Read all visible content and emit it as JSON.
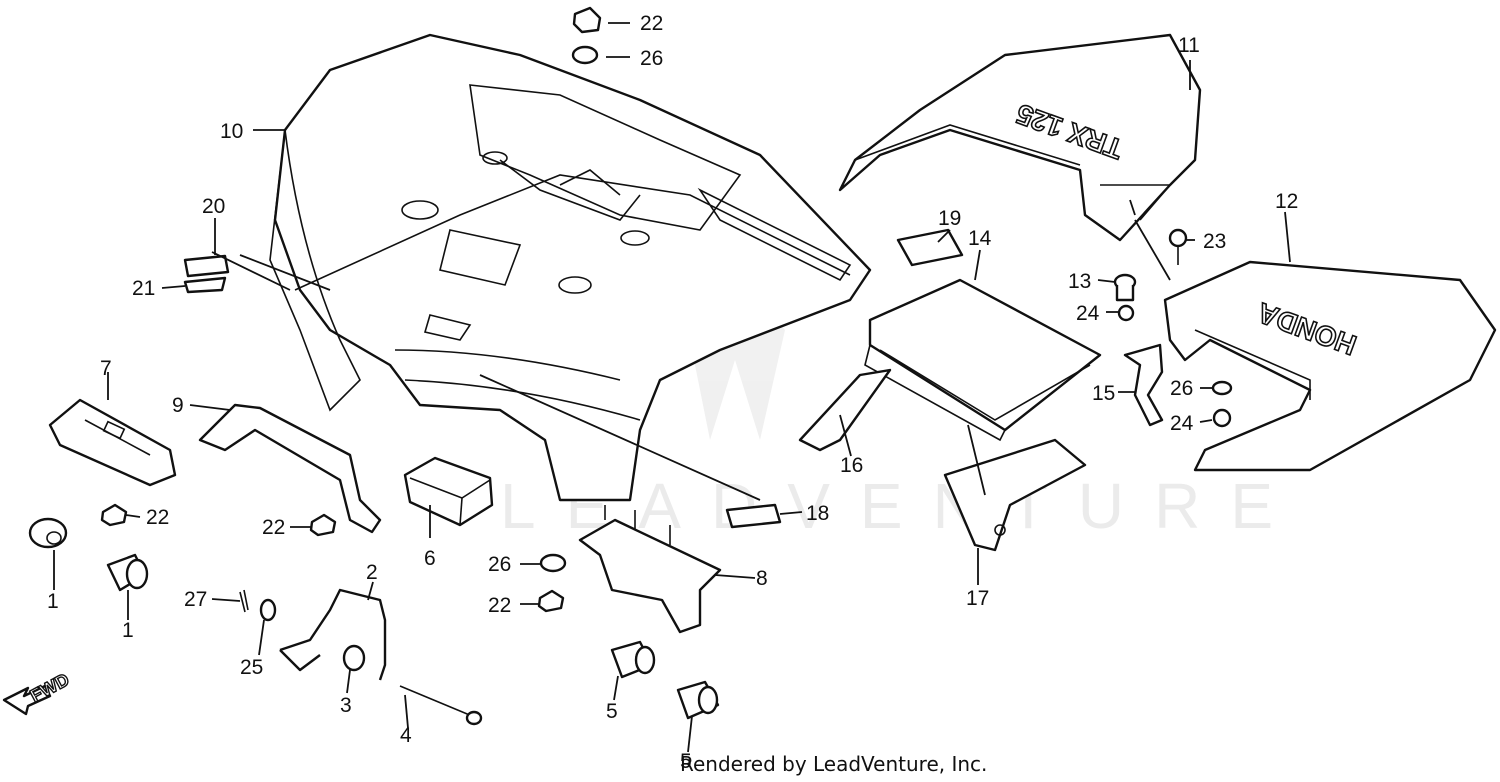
{
  "watermark": "LEADVENTURE",
  "credit": "Rendered by LeadVenture, Inc.",
  "forward_marker": "FWD",
  "decals": {
    "part_11": "TRX 125",
    "part_12": "HONDA"
  },
  "callouts": [
    "22",
    "26",
    "10",
    "11",
    "20",
    "21",
    "19",
    "14",
    "23",
    "12",
    "13",
    "24",
    "7",
    "9",
    "15",
    "26",
    "24",
    "16",
    "18",
    "22",
    "22",
    "6",
    "17",
    "1",
    "26",
    "8",
    "2",
    "27",
    "22",
    "1",
    "25",
    "3",
    "4",
    "5",
    "5"
  ]
}
